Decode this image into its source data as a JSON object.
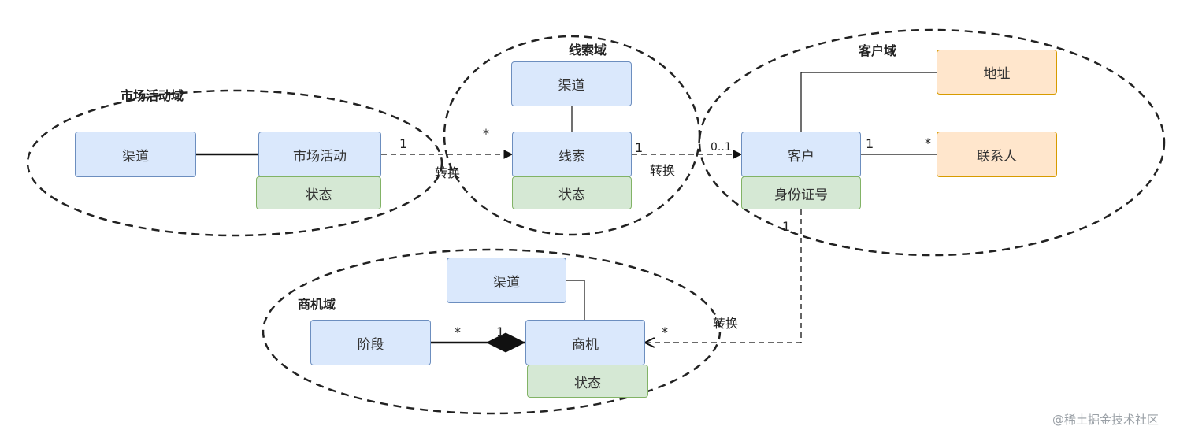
{
  "domains": {
    "market": "市场活动域",
    "clue": "线索域",
    "customer": "客户域",
    "opportunity": "商机域"
  },
  "boxes": {
    "market_channel": "渠道",
    "market_activity": "市场活动",
    "market_status": "状态",
    "clue_channel": "渠道",
    "clue": "线索",
    "clue_status": "状态",
    "customer": "客户",
    "customer_id": "身份证号",
    "address": "地址",
    "contact": "联系人",
    "opp_channel": "渠道",
    "stage": "阶段",
    "opportunity": "商机",
    "opp_status": "状态"
  },
  "edges": {
    "activity_to_clue": {
      "source_mult": "1",
      "target_mult": "*",
      "label": "转换"
    },
    "clue_to_customer": {
      "source_mult": "1",
      "target_mult": "0..1",
      "label": "转换"
    },
    "customer_to_contact": {
      "source_mult": "1",
      "target_mult": "*"
    },
    "customer_to_opportunity": {
      "source_mult": "1",
      "target_mult": "*",
      "label": "转换"
    },
    "stage_to_opportunity": {
      "source_mult": "*",
      "target_mult": "1"
    }
  },
  "watermark": "@稀土掘金技术社区"
}
